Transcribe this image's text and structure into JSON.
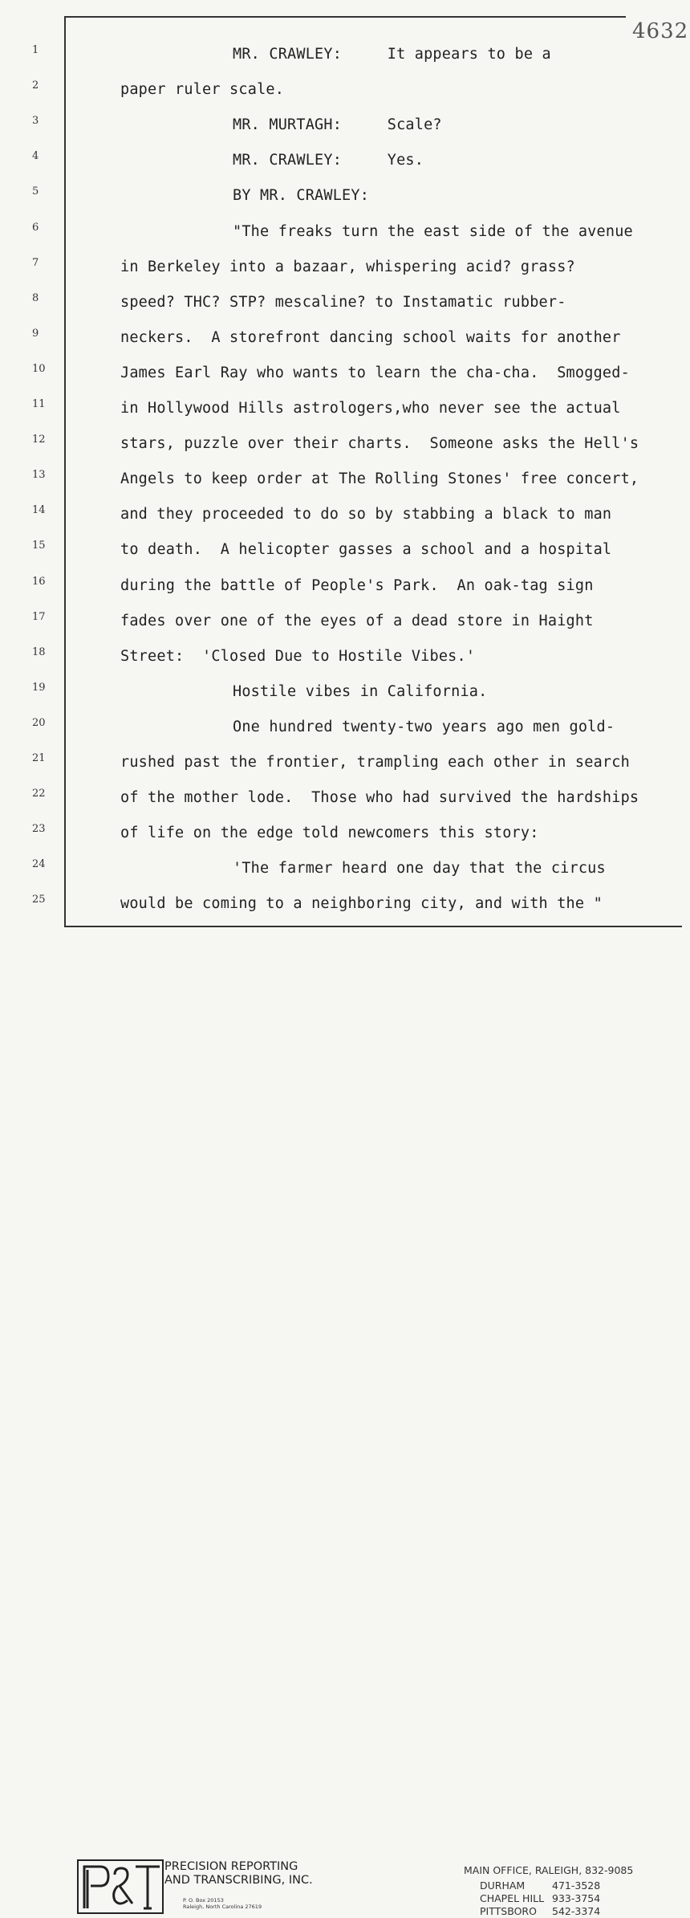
{
  "page_number": "4632",
  "lines": [
    {
      "num": "1",
      "text": "MR. CRAWLEY:     It appears to be a",
      "indent": 290
    },
    {
      "num": "2",
      "text": "paper ruler scale.",
      "indent": 150
    },
    {
      "num": "3",
      "text": "MR. MURTAGH:     Scale?",
      "indent": 290
    },
    {
      "num": "4",
      "text": "MR. CRAWLEY:     Yes.",
      "indent": 290
    },
    {
      "num": "5",
      "text": "BY MR. CRAWLEY:",
      "indent": 290
    },
    {
      "num": "6",
      "text": "\"The freaks turn the east side of the avenue",
      "indent": 290
    },
    {
      "num": "7",
      "text": "in Berkeley into a bazaar, whispering acid? grass?",
      "indent": 150
    },
    {
      "num": "8",
      "text": "speed? THC? STP? mescaline? to Instamatic rubber-",
      "indent": 150
    },
    {
      "num": "9",
      "text": "neckers.  A storefront dancing school waits for another",
      "indent": 150
    },
    {
      "num": "10",
      "text": "James Earl Ray who wants to learn the cha-cha.  Smogged-",
      "indent": 150
    },
    {
      "num": "11",
      "text": "in Hollywood Hills astrologers,who never see the actual",
      "indent": 150
    },
    {
      "num": "12",
      "text": "stars, puzzle over their charts.  Someone asks the Hell's",
      "indent": 150
    },
    {
      "num": "13",
      "text": "Angels to keep order at The Rolling Stones' free concert,",
      "indent": 150
    },
    {
      "num": "14",
      "text": "and they proceeded to do so by stabbing a black to man",
      "indent": 150
    },
    {
      "num": "15",
      "text": "to death.  A helicopter gasses a school and a hospital",
      "indent": 150
    },
    {
      "num": "16",
      "text": "during the battle of People's Park.  An oak-tag sign",
      "indent": 150
    },
    {
      "num": "17",
      "text": "fades over one of the eyes of a dead store in Haight",
      "indent": 150
    },
    {
      "num": "18",
      "text": "Street:  'Closed Due to Hostile Vibes.'",
      "indent": 150
    },
    {
      "num": "19",
      "text": "Hostile vibes in California.",
      "indent": 290
    },
    {
      "num": "20",
      "text": "One hundred twenty-two years ago men gold-",
      "indent": 290
    },
    {
      "num": "21",
      "text": "rushed past the frontier, trampling each other in search",
      "indent": 150
    },
    {
      "num": "22",
      "text": "of the mother lode.  Those who had survived the hardships",
      "indent": 150
    },
    {
      "num": "23",
      "text": "of life on the edge told newcomers this story:",
      "indent": 150
    },
    {
      "num": "24",
      "text": "'The farmer heard one day that the circus",
      "indent": 290
    },
    {
      "num": "25",
      "text": "would be coming to a neighboring city, and with the \"",
      "indent": 150
    }
  ],
  "footer": {
    "logo_text": "P&T",
    "firm_line1": "PRECISION REPORTING",
    "firm_line2": "AND TRANSCRIBING, INC.",
    "firm_address1": "P. O. Box 20153",
    "firm_address2": "Raleigh, North Carolina 27619",
    "main_office": "MAIN OFFICE, RALEIGH, 832-9085",
    "branches": [
      {
        "name": "DURHAM",
        "phone": "471-3528"
      },
      {
        "name": "CHAPEL HILL",
        "phone": "933-3754"
      },
      {
        "name": "PITTSBORO",
        "phone": "542-3374"
      }
    ]
  }
}
